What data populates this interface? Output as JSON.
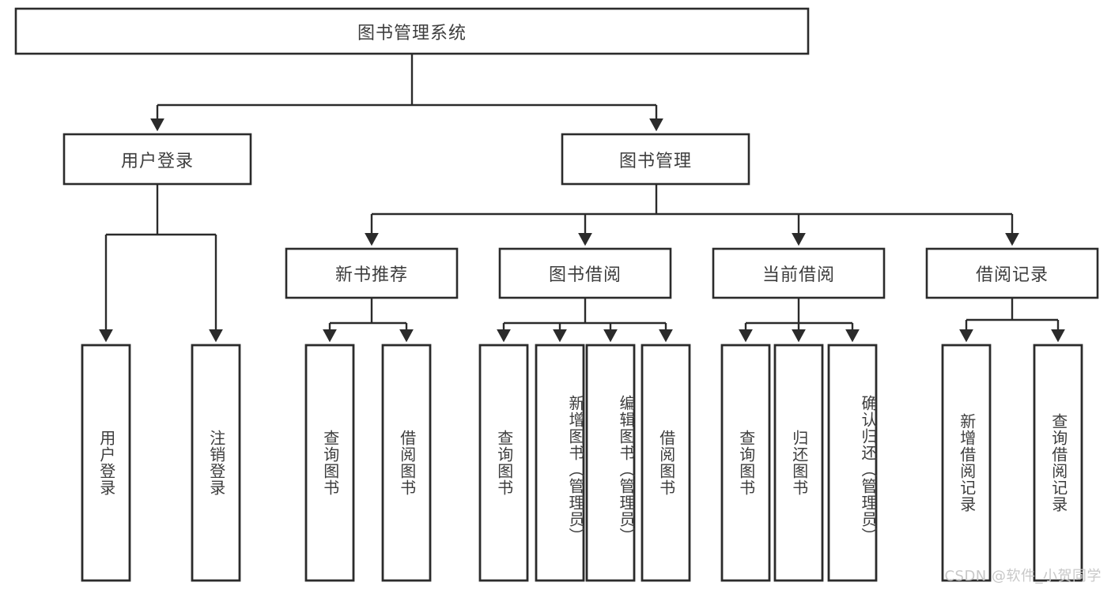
{
  "diagram": {
    "type": "tree-hierarchy",
    "title": "图书管理系统",
    "root": {
      "id": "root",
      "label": "图书管理系统",
      "orientation": "horizontal"
    },
    "level2": [
      {
        "id": "user-login",
        "label": "用户登录",
        "orientation": "horizontal"
      },
      {
        "id": "book-manage",
        "label": "图书管理",
        "orientation": "horizontal"
      }
    ],
    "level3": [
      {
        "id": "new-book-rec",
        "label": "新书推荐",
        "orientation": "horizontal",
        "parent": "book-manage"
      },
      {
        "id": "book-borrow",
        "label": "图书借阅",
        "orientation": "horizontal",
        "parent": "book-manage"
      },
      {
        "id": "current-borrow",
        "label": "当前借阅",
        "orientation": "horizontal",
        "parent": "book-manage"
      },
      {
        "id": "borrow-record",
        "label": "借阅记录",
        "orientation": "horizontal",
        "parent": "book-manage"
      }
    ],
    "leaves": [
      {
        "id": "leaf-user-login",
        "label": "用户登录",
        "orientation": "vertical",
        "parent": "user-login"
      },
      {
        "id": "leaf-user-logout",
        "label": "注销登录",
        "orientation": "vertical",
        "parent": "user-login"
      },
      {
        "id": "leaf-query-book-1",
        "label": "查询图书",
        "orientation": "vertical",
        "parent": "new-book-rec"
      },
      {
        "id": "leaf-borrow-book-1",
        "label": "借阅图书",
        "orientation": "vertical",
        "parent": "new-book-rec"
      },
      {
        "id": "leaf-query-book-2",
        "label": "查询图书",
        "orientation": "vertical",
        "parent": "book-borrow"
      },
      {
        "id": "leaf-add-book",
        "label": "新增图书（管理员）",
        "orientation": "vertical",
        "parent": "book-borrow"
      },
      {
        "id": "leaf-edit-book",
        "label": "编辑图书（管理员）",
        "orientation": "vertical",
        "parent": "book-borrow"
      },
      {
        "id": "leaf-borrow-book-2",
        "label": "借阅图书",
        "orientation": "vertical",
        "parent": "book-borrow"
      },
      {
        "id": "leaf-query-book-3",
        "label": "查询图书",
        "orientation": "vertical",
        "parent": "current-borrow"
      },
      {
        "id": "leaf-return-book",
        "label": "归还图书",
        "orientation": "vertical",
        "parent": "current-borrow"
      },
      {
        "id": "leaf-confirm-return",
        "label": "确认归还（管理员）",
        "orientation": "vertical",
        "parent": "current-borrow"
      },
      {
        "id": "leaf-add-record",
        "label": "新增借阅记录",
        "orientation": "vertical",
        "parent": "borrow-record"
      },
      {
        "id": "leaf-query-record",
        "label": "查询借阅记录",
        "orientation": "vertical",
        "parent": "borrow-record"
      }
    ],
    "colors": {
      "box_stroke": "#2b2b2b",
      "box_fill": "#ffffff",
      "line": "#2b2b2b",
      "text": "#3d3d3d",
      "background": "#ffffff",
      "watermark": "#c8c8c8"
    }
  },
  "watermark": {
    "text": "CSDN @软件_小贺同学"
  }
}
